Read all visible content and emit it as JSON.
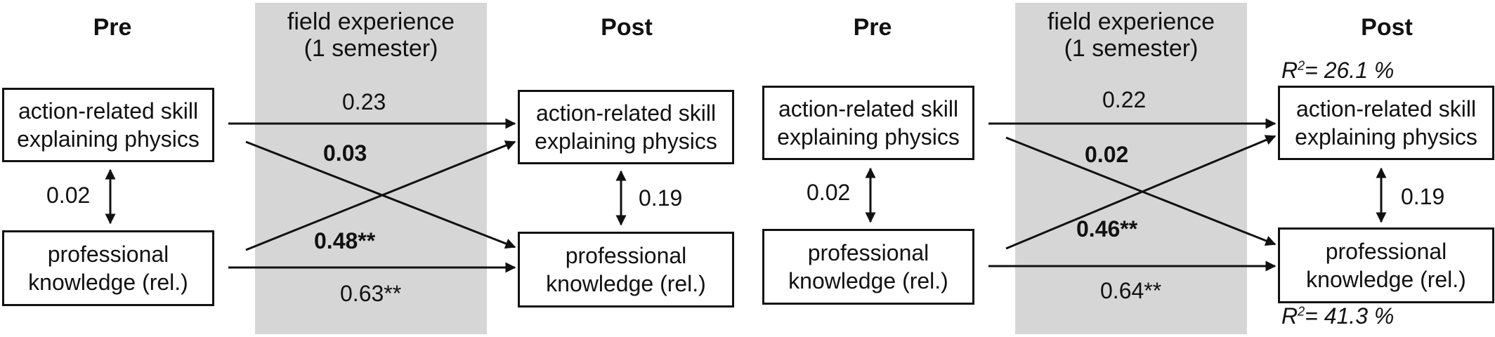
{
  "diagram": {
    "panels": [
      {
        "pre_label": "Pre",
        "middle_label_line1": "field experience",
        "middle_label_line2": "(1 semester)",
        "post_label": "Post",
        "pre_skill": {
          "line1": "action-related skill",
          "line2": "explaining physics"
        },
        "pre_knowledge": {
          "line1": "professional",
          "line2": "knowledge (rel.)"
        },
        "post_skill": {
          "line1": "action-related skill",
          "line2": "explaining physics"
        },
        "post_knowledge": {
          "line1": "professional",
          "line2": "knowledge (rel.)"
        },
        "coef_skill_to_skill": "0.23",
        "coef_skill_to_knowledge": "0.03",
        "coef_knowledge_to_skill": "0.48**",
        "coef_knowledge_to_knowledge": "0.63**",
        "corr_pre": "0.02",
        "corr_post": "0.19"
      },
      {
        "pre_label": "Pre",
        "middle_label_line1": "field experience",
        "middle_label_line2": "(1 semester)",
        "post_label": "Post",
        "pre_skill": {
          "line1": "action-related skill",
          "line2": "explaining physics"
        },
        "pre_knowledge": {
          "line1": "professional",
          "line2": "knowledge (rel.)"
        },
        "post_skill": {
          "line1": "action-related skill",
          "line2": "explaining physics"
        },
        "post_knowledge": {
          "line1": "professional",
          "line2": "knowledge (rel.)"
        },
        "coef_skill_to_skill": "0.22",
        "coef_skill_to_knowledge": "0.02",
        "coef_knowledge_to_skill": "0.46**",
        "coef_knowledge_to_knowledge": "0.64**",
        "corr_pre": "0.02",
        "corr_post": "0.19",
        "r2_skill": "= 26.1 %",
        "r2_knowledge": "= 41.3 %"
      }
    ],
    "colors": {
      "shade": "#d6d6d6",
      "line": "#111111",
      "background": "#ffffff"
    }
  }
}
